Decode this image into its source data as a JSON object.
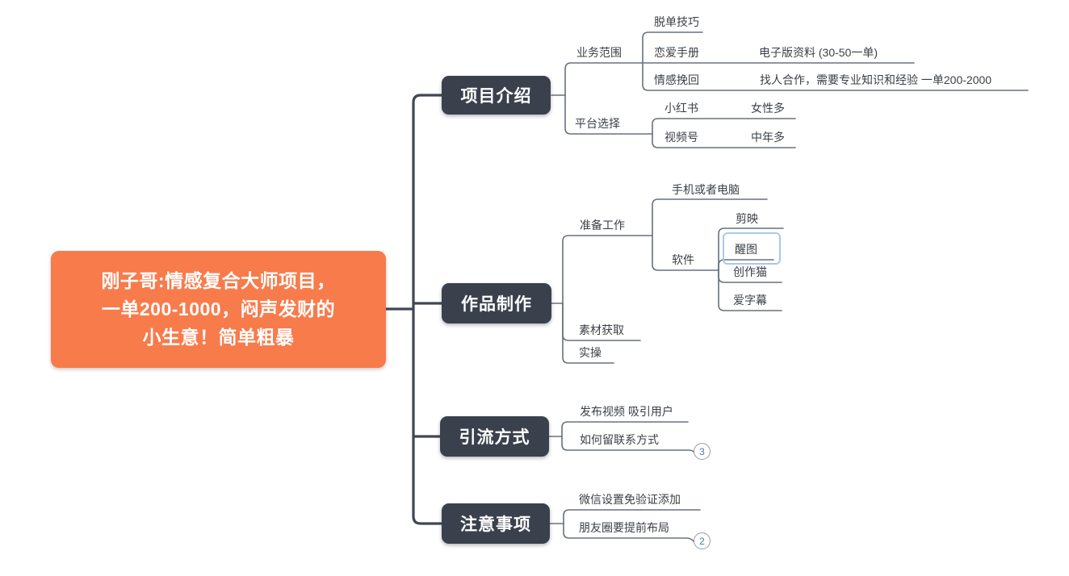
{
  "root": {
    "line1": "刚子哥:情感复合大师项目，",
    "line2": "一单200-1000，闷声发财的",
    "line3": "小生意！简单粗暴"
  },
  "topics": [
    {
      "label": "项目介绍",
      "children": [
        {
          "label": "业务范围",
          "children": [
            {
              "label": "脱单技巧"
            },
            {
              "label": "恋爱手册",
              "note": "电子版资料 (30-50一单)"
            },
            {
              "label": "情感挽回",
              "note": "找人合作，需要专业知识和经验 一单200-2000"
            }
          ]
        },
        {
          "label": "平台选择",
          "children": [
            {
              "label": "小红书",
              "note": "女性多"
            },
            {
              "label": "视频号",
              "note": "中年多"
            }
          ]
        }
      ]
    },
    {
      "label": "作品制作",
      "children": [
        {
          "label": "准备工作",
          "children": [
            {
              "label": "手机或者电脑"
            },
            {
              "label": "软件",
              "children": [
                {
                  "label": "剪映"
                },
                {
                  "label": "醒图",
                  "selected": true
                },
                {
                  "label": "创作猫"
                },
                {
                  "label": "爱字幕"
                }
              ]
            }
          ]
        },
        {
          "label": "素材获取"
        },
        {
          "label": "实操"
        }
      ]
    },
    {
      "label": "引流方式",
      "children": [
        {
          "label": "发布视频 吸引用户"
        },
        {
          "label": "如何留联系方式",
          "badge": "3"
        }
      ]
    },
    {
      "label": "注意事项",
      "children": [
        {
          "label": "微信设置免验证添加"
        },
        {
          "label": "朋友圈要提前布局",
          "badge": "2"
        }
      ]
    }
  ],
  "colors": {
    "root_bg": "#f87b4b",
    "topic_bg": "#3a414d",
    "main_line": "#404754",
    "child_line": "#68707e",
    "selection_border": "#a8c9e9",
    "badge_number": "#4a7aae"
  }
}
